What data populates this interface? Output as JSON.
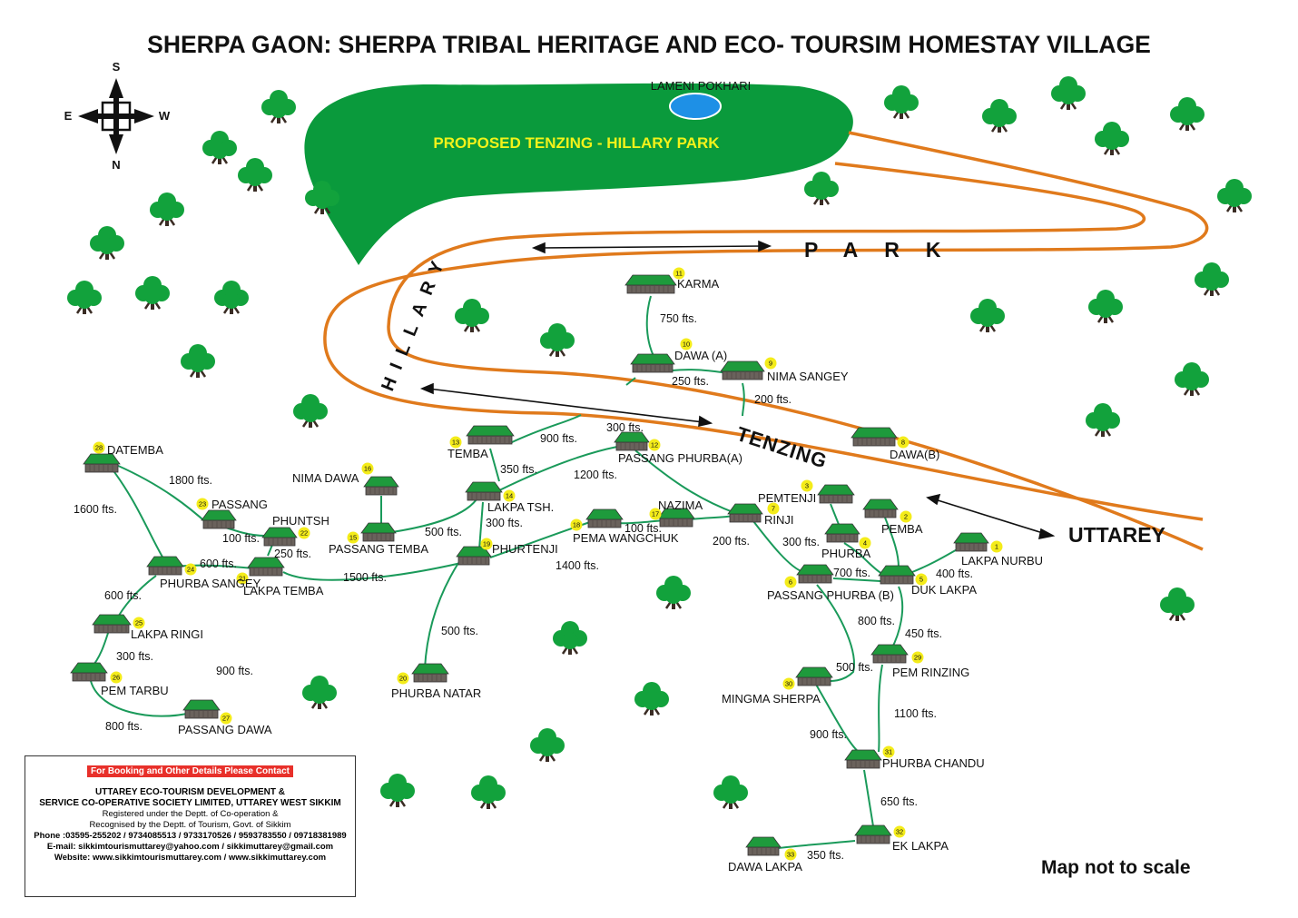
{
  "title": "SHERPA GAON: SHERPA TRIBAL HERITAGE AND ECO- TOURSIM HOMESTAY VILLAGE",
  "compass": {
    "top": "S",
    "bottom": "N",
    "left": "E",
    "right": "W"
  },
  "park": {
    "label": "PROPOSED TENZING - HILLARY PARK",
    "lake": "LAMENI POKHARI",
    "color": "#0a9a3c",
    "label_color": "#f2f21a"
  },
  "roads": {
    "hillary": "HILLARY",
    "park": "PARK",
    "tenzing": "TENZING",
    "uttarey": "UTTAREY",
    "color": "#e07a1c"
  },
  "homestays": [
    {
      "n": "1",
      "name": "LAKPA NURBU"
    },
    {
      "n": "2",
      "name": "PEMBA"
    },
    {
      "n": "3",
      "name": "PEMTENJI"
    },
    {
      "n": "4",
      "name": "PHURBA"
    },
    {
      "n": "5",
      "name": "DUK LAKPA"
    },
    {
      "n": "6",
      "name": "PASSANG PHURBA (B)"
    },
    {
      "n": "7",
      "name": "RINJI"
    },
    {
      "n": "8",
      "name": "DAWA(B)"
    },
    {
      "n": "9",
      "name": "NIMA SANGEY"
    },
    {
      "n": "10",
      "name": "DAWA (A)"
    },
    {
      "n": "11",
      "name": "KARMA"
    },
    {
      "n": "12",
      "name": "PASSANG PHURBA(A)"
    },
    {
      "n": "13",
      "name": "TEMBA"
    },
    {
      "n": "14",
      "name": "LAKPA TSH."
    },
    {
      "n": "15",
      "name": "PASSANG TEMBA"
    },
    {
      "n": "16",
      "name": "NIMA DAWA"
    },
    {
      "n": "17",
      "name": "NAZIMA"
    },
    {
      "n": "18",
      "name": "PEMA WANGCHUK"
    },
    {
      "n": "19",
      "name": "PHURTENJI"
    },
    {
      "n": "20",
      "name": "PHURBA NATAR"
    },
    {
      "n": "21",
      "name": "LAKPA TEMBA"
    },
    {
      "n": "22",
      "name": "PHUNTSH"
    },
    {
      "n": "23",
      "name": "PASSANG"
    },
    {
      "n": "24",
      "name": "PHURBA SANGEY"
    },
    {
      "n": "25",
      "name": "LAKPA RINGI"
    },
    {
      "n": "26",
      "name": "PEM TARBU"
    },
    {
      "n": "27",
      "name": "PASSANG DAWA"
    },
    {
      "n": "28",
      "name": "DATEMBA"
    },
    {
      "n": "29",
      "name": "PEM RINZING"
    },
    {
      "n": "30",
      "name": "MINGMA SHERPA"
    },
    {
      "n": "31",
      "name": "PHURBA CHANDU"
    },
    {
      "n": "32",
      "name": "EK LAKPA"
    },
    {
      "n": "33",
      "name": "DAWA LAKPA"
    }
  ],
  "distances": [
    "750 fts.",
    "250 fts.",
    "200 fts.",
    "900 fts.",
    "300 fts.",
    "350 fts.",
    "1200 fts.",
    "300 fts.",
    "500 fts.",
    "100 fts.",
    "200 fts.",
    "1400 fts.",
    "500 fts.",
    "1500 fts.",
    "1800 fts.",
    "1600 fts.",
    "100 fts.",
    "250 fts.",
    "600 fts.",
    "600 fts.",
    "300 fts.",
    "900 fts.",
    "800 fts.",
    "300 fts.",
    "700 fts.",
    "400 fts.",
    "800 fts.",
    "450 fts.",
    "500 fts.",
    "1100 fts.",
    "900 fts.",
    "650 fts.",
    "350 fts."
  ],
  "contact": {
    "header": "For Booking and Other Details Please Contact",
    "org1": "UTTAREY ECO-TOURISM DEVELOPMENT &",
    "org2": "SERVICE CO-OPERATIVE SOCIETY LIMITED, UTTAREY WEST SIKKIM",
    "reg1": "Registered under the Deptt. of Co-operation &",
    "reg2": "Recognised by the Deptt. of Tourism, Govt. of Sikkim",
    "phone": "Phone :03595-255202 / 9734085513 / 9733170526 / 9593783550 / 09718381989",
    "email": "E-mail: sikkimtourismuttarey@yahoo.com / sikkimuttarey@gmail.com",
    "website": "Website: www.sikkimtourismuttarey.com / www.sikkimuttarey.com"
  },
  "scale_note": "Map not to scale",
  "colors": {
    "tree": "#12a23c",
    "trunk": "#3a2c24",
    "path": "#1a9a5a",
    "house_roof": "#1e9a3c",
    "house_wall": "#6a625c",
    "badge": "#f4ec1a"
  }
}
